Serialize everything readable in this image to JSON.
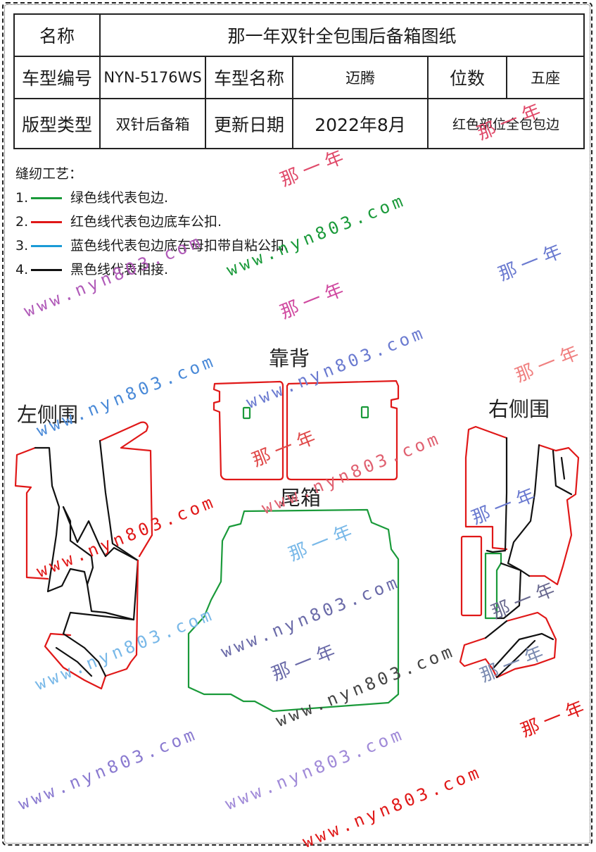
{
  "header": {
    "name_label": "名称",
    "name_value": "那一年双针全包围后备箱图纸",
    "model_code_label": "车型编号",
    "model_code_value": "NYN-5176WS",
    "model_name_label": "车型名称",
    "model_name_value": "迈腾",
    "seats_label": "位数",
    "seats_value": "五座",
    "pattern_type_label": "版型类型",
    "pattern_type_value": "双针后备箱",
    "update_date_label": "更新日期",
    "update_date_value": "2022年8月",
    "note_value": "红色部位全包包边"
  },
  "legend": {
    "title": "缝纫工艺：",
    "items": [
      {
        "num": "1.",
        "color": "#1a9a3a",
        "text": "绿色线代表包边."
      },
      {
        "num": "2.",
        "color": "#e01818",
        "text": "红色线代表包边底车公扣."
      },
      {
        "num": "3.",
        "color": "#1a9ad6",
        "text": "蓝色线代表包边底车母扣带自粘公扣."
      },
      {
        "num": "4.",
        "color": "#111111",
        "text": "黑色线代表相接."
      }
    ]
  },
  "parts": {
    "backrest": "靠背",
    "left_side": "左侧围",
    "right_side": "右侧围",
    "trunk": "尾箱"
  },
  "watermarks": {
    "url": "www.nyn803.com",
    "brand": "那一年"
  },
  "colors": {
    "green": "#1a9a3a",
    "red": "#e01818",
    "blue": "#1a9ad6",
    "black": "#111111"
  }
}
